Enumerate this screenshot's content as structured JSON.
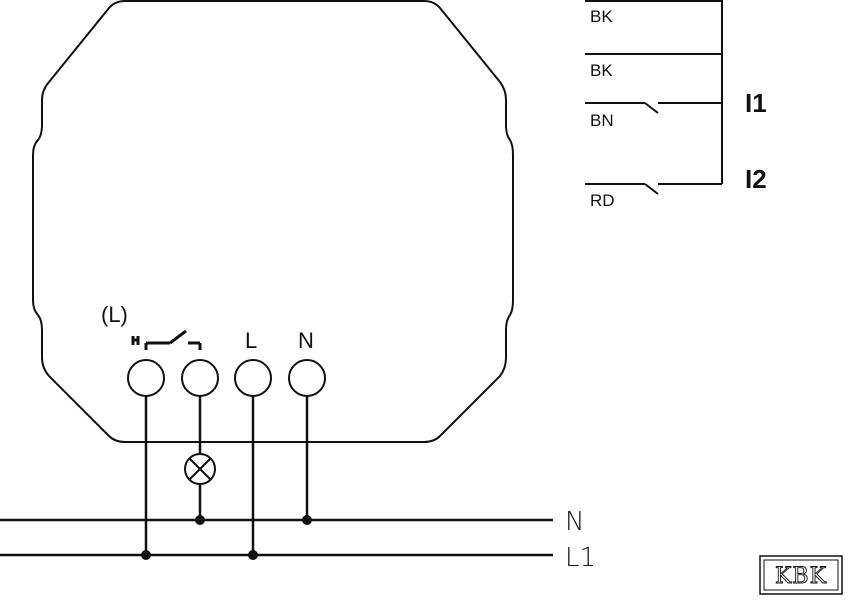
{
  "diagram": {
    "wires": {
      "bk1": "BK",
      "bk2": "BK",
      "bn": "BN",
      "rd": "RD"
    },
    "inputs": {
      "i1": "I1",
      "i2": "I2"
    },
    "terminals": {
      "load_marker": "(L)",
      "l": "L",
      "n": "N"
    },
    "lines": {
      "n": "N",
      "l1": "L1"
    },
    "logo": "KBK"
  }
}
